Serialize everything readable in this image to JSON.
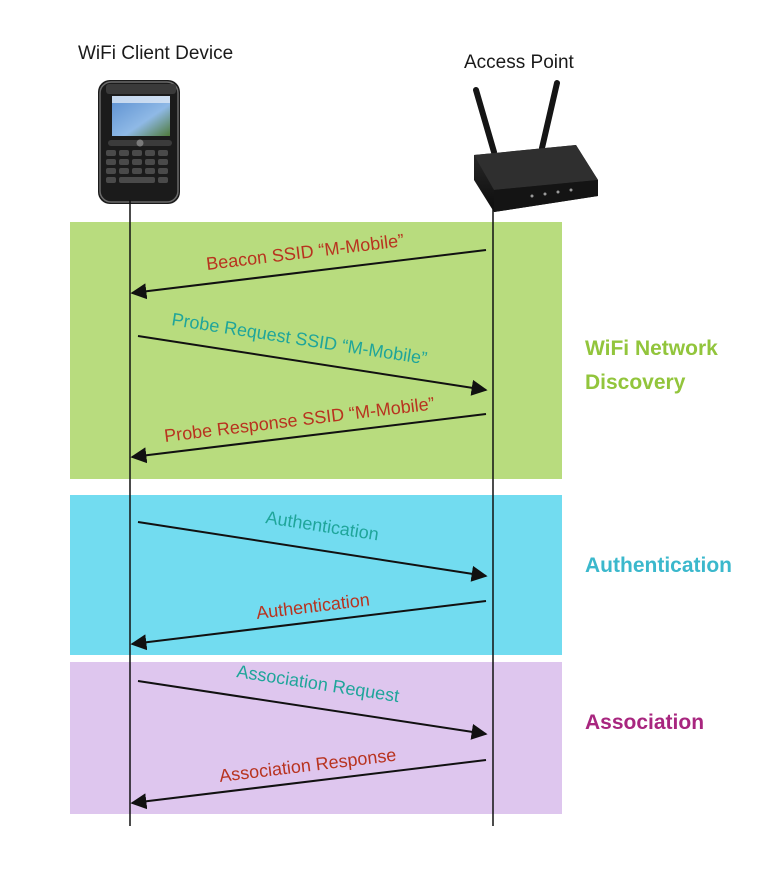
{
  "actors": {
    "client": {
      "label": "WiFi Client Device"
    },
    "ap": {
      "label": "Access Point"
    }
  },
  "colors": {
    "red_text": "#b8331f",
    "teal_text": "#1fa59a",
    "magenta_text": "#b01e7d",
    "discovery_band": "#b8dc7e",
    "auth_band": "#72dcf0",
    "assoc_band": "#dec6ee",
    "discovery_label": "#92c53c",
    "auth_label": "#3bb8cc",
    "assoc_label": "#a8267f"
  },
  "phases": [
    {
      "id": "discovery",
      "label_lines": [
        "WiFi Network",
        "Discovery"
      ],
      "messages": [
        {
          "text": "Beacon SSID “M-Mobile”",
          "direction": "ap-to-client"
        },
        {
          "text": "Probe Request SSID “M-Mobile”",
          "direction": "client-to-ap"
        },
        {
          "text": "Probe Response SSID “M-Mobile”",
          "direction": "ap-to-client"
        }
      ]
    },
    {
      "id": "authentication",
      "label_lines": [
        "Authentication"
      ],
      "messages": [
        {
          "text": "Authentication",
          "direction": "client-to-ap"
        },
        {
          "text": "Authentication",
          "direction": "ap-to-client"
        }
      ]
    },
    {
      "id": "association",
      "label_lines": [
        "Association"
      ],
      "messages": [
        {
          "text": "Association Request",
          "direction": "client-to-ap"
        },
        {
          "text": "Association Response",
          "direction": "ap-to-client"
        }
      ]
    }
  ]
}
